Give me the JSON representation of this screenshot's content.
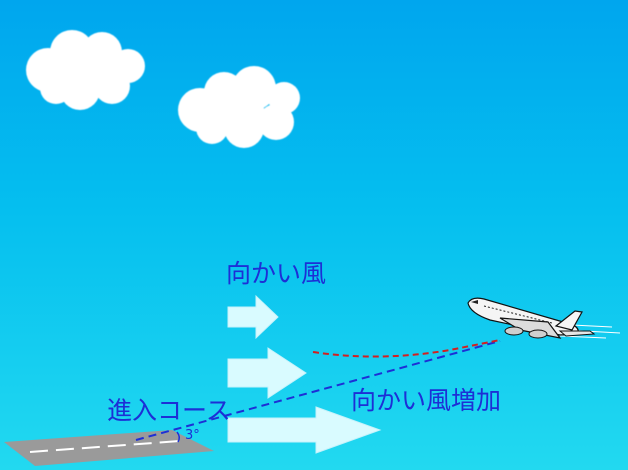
{
  "diagram": {
    "labels": {
      "headwind": "向かい風",
      "approach_course": "進入コース",
      "headwind_increase": "向かい風増加",
      "glide_angle": "3°"
    },
    "colors": {
      "sky_top": "#00a6ee",
      "sky_bottom": "#22d9f0",
      "cloud": "#ffffff",
      "arrow_fill": "#d9fbff",
      "runway": "#9a9a9a",
      "label_text": "#1d2fd6",
      "course_line": "#1d2fd6",
      "deviation_line": "#d41f1f"
    },
    "icons": [
      "cloud-icon",
      "arrow-right-icon",
      "airplane-icon",
      "runway-icon"
    ]
  }
}
